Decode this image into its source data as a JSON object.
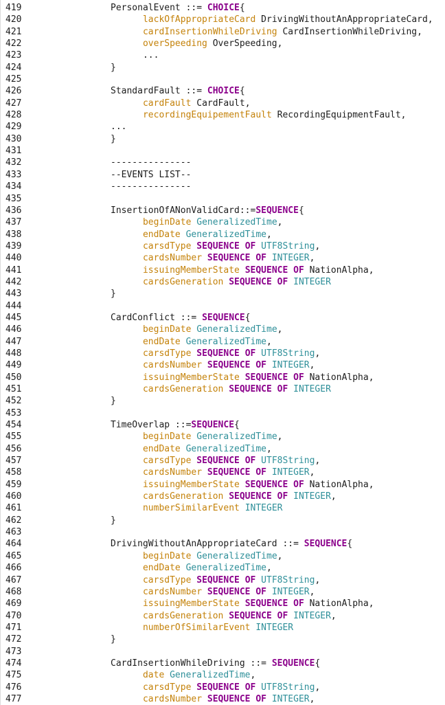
{
  "editor": {
    "colors": {
      "background": "#FFFFFF",
      "plain": "#1C1C1C",
      "keyword": "#8B008B",
      "field": "#C4820A",
      "type": "#2E8F99",
      "line_number": "#1C1C1C"
    },
    "lines": [
      {
        "n": "419",
        "t": [
          [
            "p",
            "PersonalEvent ::= "
          ],
          [
            "k",
            "CHOICE"
          ],
          [
            "p",
            "{"
          ]
        ]
      },
      {
        "n": "420",
        "t": [
          [
            "p",
            "      "
          ],
          [
            "f",
            "lackOfAppropriateCard"
          ],
          [
            "p",
            " DrivingWithoutAnAppropriateCard,"
          ]
        ]
      },
      {
        "n": "421",
        "t": [
          [
            "p",
            "      "
          ],
          [
            "f",
            "cardInsertionWhileDriving"
          ],
          [
            "p",
            " CardInsertionWhileDriving,"
          ]
        ]
      },
      {
        "n": "422",
        "t": [
          [
            "p",
            "      "
          ],
          [
            "f",
            "overSpeeding"
          ],
          [
            "p",
            " OverSpeeding,"
          ]
        ]
      },
      {
        "n": "423",
        "t": [
          [
            "p",
            "      ..."
          ]
        ]
      },
      {
        "n": "424",
        "t": [
          [
            "p",
            "}"
          ]
        ]
      },
      {
        "n": "425",
        "t": []
      },
      {
        "n": "426",
        "t": [
          [
            "p",
            "StandardFault ::= "
          ],
          [
            "k",
            "CHOICE"
          ],
          [
            "p",
            "{"
          ]
        ]
      },
      {
        "n": "427",
        "t": [
          [
            "p",
            "      "
          ],
          [
            "f",
            "cardFault"
          ],
          [
            "p",
            " CardFault,"
          ]
        ]
      },
      {
        "n": "428",
        "t": [
          [
            "p",
            "      "
          ],
          [
            "f",
            "recordingEquipementFault"
          ],
          [
            "p",
            " RecordingEquipmentFault,"
          ]
        ]
      },
      {
        "n": "429",
        "t": [
          [
            "p",
            "..."
          ]
        ]
      },
      {
        "n": "430",
        "t": [
          [
            "p",
            "}"
          ]
        ]
      },
      {
        "n": "431",
        "t": []
      },
      {
        "n": "432",
        "t": [
          [
            "p",
            "---------------"
          ]
        ]
      },
      {
        "n": "433",
        "t": [
          [
            "p",
            "--EVENTS LIST--"
          ]
        ]
      },
      {
        "n": "434",
        "t": [
          [
            "p",
            "---------------"
          ]
        ]
      },
      {
        "n": "435",
        "t": []
      },
      {
        "n": "436",
        "t": [
          [
            "p",
            "InsertionOfANonValidCard::="
          ],
          [
            "k",
            "SEQUENCE"
          ],
          [
            "p",
            "{"
          ]
        ]
      },
      {
        "n": "437",
        "t": [
          [
            "p",
            "      "
          ],
          [
            "f",
            "beginDate"
          ],
          [
            "p",
            " "
          ],
          [
            "t",
            "GeneralizedTime"
          ],
          [
            "p",
            ","
          ]
        ]
      },
      {
        "n": "438",
        "t": [
          [
            "p",
            "      "
          ],
          [
            "f",
            "endDate"
          ],
          [
            "p",
            " "
          ],
          [
            "t",
            "GeneralizedTime"
          ],
          [
            "p",
            ","
          ]
        ]
      },
      {
        "n": "439",
        "t": [
          [
            "p",
            "      "
          ],
          [
            "f",
            "carsdType"
          ],
          [
            "p",
            " "
          ],
          [
            "k",
            "SEQUENCE OF"
          ],
          [
            "p",
            " "
          ],
          [
            "t",
            "UTF8String"
          ],
          [
            "p",
            ","
          ]
        ]
      },
      {
        "n": "440",
        "t": [
          [
            "p",
            "      "
          ],
          [
            "f",
            "cardsNumber"
          ],
          [
            "p",
            " "
          ],
          [
            "k",
            "SEQUENCE OF"
          ],
          [
            "p",
            " "
          ],
          [
            "t",
            "INTEGER"
          ],
          [
            "p",
            ","
          ]
        ]
      },
      {
        "n": "441",
        "t": [
          [
            "p",
            "      "
          ],
          [
            "f",
            "issuingMemberState"
          ],
          [
            "p",
            " "
          ],
          [
            "k",
            "SEQUENCE OF"
          ],
          [
            "p",
            " NationAlpha,"
          ]
        ]
      },
      {
        "n": "442",
        "t": [
          [
            "p",
            "      "
          ],
          [
            "f",
            "cardsGeneration"
          ],
          [
            "p",
            " "
          ],
          [
            "k",
            "SEQUENCE OF"
          ],
          [
            "p",
            " "
          ],
          [
            "t",
            "INTEGER"
          ]
        ]
      },
      {
        "n": "443",
        "t": [
          [
            "p",
            "}"
          ]
        ]
      },
      {
        "n": "444",
        "t": []
      },
      {
        "n": "445",
        "t": [
          [
            "p",
            "CardConflict ::= "
          ],
          [
            "k",
            "SEQUENCE"
          ],
          [
            "p",
            "{"
          ]
        ]
      },
      {
        "n": "446",
        "t": [
          [
            "p",
            "      "
          ],
          [
            "f",
            "beginDate"
          ],
          [
            "p",
            " "
          ],
          [
            "t",
            "GeneralizedTime"
          ],
          [
            "p",
            ","
          ]
        ]
      },
      {
        "n": "447",
        "t": [
          [
            "p",
            "      "
          ],
          [
            "f",
            "endDate"
          ],
          [
            "p",
            " "
          ],
          [
            "t",
            "GeneralizedTime"
          ],
          [
            "p",
            ","
          ]
        ]
      },
      {
        "n": "448",
        "t": [
          [
            "p",
            "      "
          ],
          [
            "f",
            "carsdType"
          ],
          [
            "p",
            " "
          ],
          [
            "k",
            "SEQUENCE OF"
          ],
          [
            "p",
            " "
          ],
          [
            "t",
            "UTF8String"
          ],
          [
            "p",
            ","
          ]
        ]
      },
      {
        "n": "449",
        "t": [
          [
            "p",
            "      "
          ],
          [
            "f",
            "cardsNumber"
          ],
          [
            "p",
            " "
          ],
          [
            "k",
            "SEQUENCE OF"
          ],
          [
            "p",
            " "
          ],
          [
            "t",
            "INTEGER"
          ],
          [
            "p",
            ","
          ]
        ]
      },
      {
        "n": "450",
        "t": [
          [
            "p",
            "      "
          ],
          [
            "f",
            "issuingMemberState"
          ],
          [
            "p",
            " "
          ],
          [
            "k",
            "SEQUENCE OF"
          ],
          [
            "p",
            " NationAlpha,"
          ]
        ]
      },
      {
        "n": "451",
        "t": [
          [
            "p",
            "      "
          ],
          [
            "f",
            "cardsGeneration"
          ],
          [
            "p",
            " "
          ],
          [
            "k",
            "SEQUENCE OF"
          ],
          [
            "p",
            " "
          ],
          [
            "t",
            "INTEGER"
          ]
        ]
      },
      {
        "n": "452",
        "t": [
          [
            "p",
            "}"
          ]
        ]
      },
      {
        "n": "453",
        "t": []
      },
      {
        "n": "454",
        "t": [
          [
            "p",
            "TimeOverlap ::="
          ],
          [
            "k",
            "SEQUENCE"
          ],
          [
            "p",
            "{"
          ]
        ]
      },
      {
        "n": "455",
        "t": [
          [
            "p",
            "      "
          ],
          [
            "f",
            "beginDate"
          ],
          [
            "p",
            " "
          ],
          [
            "t",
            "GeneralizedTime"
          ],
          [
            "p",
            ","
          ]
        ]
      },
      {
        "n": "456",
        "t": [
          [
            "p",
            "      "
          ],
          [
            "f",
            "endDate"
          ],
          [
            "p",
            " "
          ],
          [
            "t",
            "GeneralizedTime"
          ],
          [
            "p",
            ","
          ]
        ]
      },
      {
        "n": "457",
        "t": [
          [
            "p",
            "      "
          ],
          [
            "f",
            "carsdType"
          ],
          [
            "p",
            " "
          ],
          [
            "k",
            "SEQUENCE OF"
          ],
          [
            "p",
            " "
          ],
          [
            "t",
            "UTF8String"
          ],
          [
            "p",
            ","
          ]
        ]
      },
      {
        "n": "458",
        "t": [
          [
            "p",
            "      "
          ],
          [
            "f",
            "cardsNumber"
          ],
          [
            "p",
            " "
          ],
          [
            "k",
            "SEQUENCE OF"
          ],
          [
            "p",
            " "
          ],
          [
            "t",
            "INTEGER"
          ],
          [
            "p",
            ","
          ]
        ]
      },
      {
        "n": "459",
        "t": [
          [
            "p",
            "      "
          ],
          [
            "f",
            "issuingMemberState"
          ],
          [
            "p",
            " "
          ],
          [
            "k",
            "SEQUENCE OF"
          ],
          [
            "p",
            " NationAlpha,"
          ]
        ]
      },
      {
        "n": "460",
        "t": [
          [
            "p",
            "      "
          ],
          [
            "f",
            "cardsGeneration"
          ],
          [
            "p",
            " "
          ],
          [
            "k",
            "SEQUENCE OF"
          ],
          [
            "p",
            " "
          ],
          [
            "t",
            "INTEGER"
          ],
          [
            "p",
            ","
          ]
        ]
      },
      {
        "n": "461",
        "t": [
          [
            "p",
            "      "
          ],
          [
            "f",
            "numberSimilarEvent"
          ],
          [
            "p",
            " "
          ],
          [
            "t",
            "INTEGER"
          ]
        ]
      },
      {
        "n": "462",
        "t": [
          [
            "p",
            "}"
          ]
        ]
      },
      {
        "n": "463",
        "t": []
      },
      {
        "n": "464",
        "t": [
          [
            "p",
            "DrivingWithoutAnAppropriateCard ::= "
          ],
          [
            "k",
            "SEQUENCE"
          ],
          [
            "p",
            "{"
          ]
        ]
      },
      {
        "n": "465",
        "t": [
          [
            "p",
            "      "
          ],
          [
            "f",
            "beginDate"
          ],
          [
            "p",
            " "
          ],
          [
            "t",
            "GeneralizedTime"
          ],
          [
            "p",
            ","
          ]
        ]
      },
      {
        "n": "466",
        "t": [
          [
            "p",
            "      "
          ],
          [
            "f",
            "endDate"
          ],
          [
            "p",
            " "
          ],
          [
            "t",
            "GeneralizedTime"
          ],
          [
            "p",
            ","
          ]
        ]
      },
      {
        "n": "467",
        "t": [
          [
            "p",
            "      "
          ],
          [
            "f",
            "carsdType"
          ],
          [
            "p",
            " "
          ],
          [
            "k",
            "SEQUENCE OF"
          ],
          [
            "p",
            " "
          ],
          [
            "t",
            "UTF8String"
          ],
          [
            "p",
            ","
          ]
        ]
      },
      {
        "n": "468",
        "t": [
          [
            "p",
            "      "
          ],
          [
            "f",
            "cardsNumber"
          ],
          [
            "p",
            " "
          ],
          [
            "k",
            "SEQUENCE OF"
          ],
          [
            "p",
            " "
          ],
          [
            "t",
            "INTEGER"
          ],
          [
            "p",
            ","
          ]
        ]
      },
      {
        "n": "469",
        "t": [
          [
            "p",
            "      "
          ],
          [
            "f",
            "issuingMemberState"
          ],
          [
            "p",
            " "
          ],
          [
            "k",
            "SEQUENCE OF"
          ],
          [
            "p",
            " NationAlpha,"
          ]
        ]
      },
      {
        "n": "470",
        "t": [
          [
            "p",
            "      "
          ],
          [
            "f",
            "cardsGeneration"
          ],
          [
            "p",
            " "
          ],
          [
            "k",
            "SEQUENCE OF"
          ],
          [
            "p",
            " "
          ],
          [
            "t",
            "INTEGER"
          ],
          [
            "p",
            ","
          ]
        ]
      },
      {
        "n": "471",
        "t": [
          [
            "p",
            "      "
          ],
          [
            "f",
            "numberOfSimilarEvent"
          ],
          [
            "p",
            " "
          ],
          [
            "t",
            "INTEGER"
          ]
        ]
      },
      {
        "n": "472",
        "t": [
          [
            "p",
            "}"
          ]
        ]
      },
      {
        "n": "473",
        "t": []
      },
      {
        "n": "474",
        "t": [
          [
            "p",
            "CardInsertionWhileDriving ::= "
          ],
          [
            "k",
            "SEQUENCE"
          ],
          [
            "p",
            "{"
          ]
        ]
      },
      {
        "n": "475",
        "t": [
          [
            "p",
            "      "
          ],
          [
            "f",
            "date"
          ],
          [
            "p",
            " "
          ],
          [
            "t",
            "GeneralizedTime"
          ],
          [
            "p",
            ","
          ]
        ]
      },
      {
        "n": "476",
        "t": [
          [
            "p",
            "      "
          ],
          [
            "f",
            "carsdType"
          ],
          [
            "p",
            " "
          ],
          [
            "k",
            "SEQUENCE OF"
          ],
          [
            "p",
            " "
          ],
          [
            "t",
            "UTF8String"
          ],
          [
            "p",
            ","
          ]
        ]
      },
      {
        "n": "477",
        "t": [
          [
            "p",
            "      "
          ],
          [
            "f",
            "cardsNumber"
          ],
          [
            "p",
            " "
          ],
          [
            "k",
            "SEQUENCE OF"
          ],
          [
            "p",
            " "
          ],
          [
            "t",
            "INTEGER"
          ],
          [
            "p",
            ","
          ]
        ]
      }
    ]
  }
}
